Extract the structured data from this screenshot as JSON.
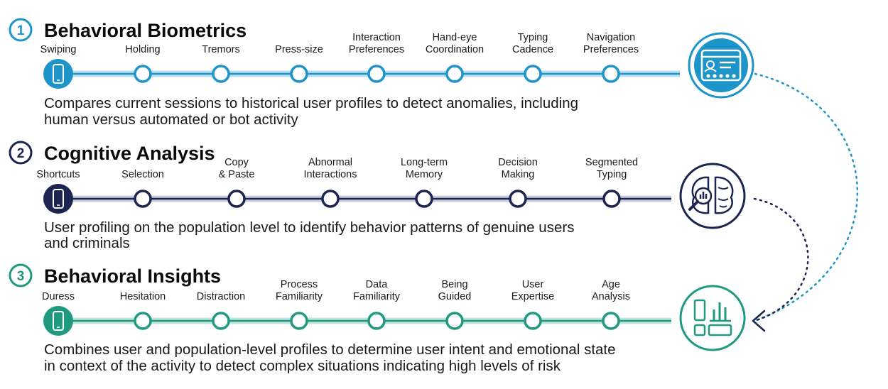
{
  "sections": [
    {
      "number": "1",
      "title": "Behavioral Biometrics",
      "color": "#1e95c9",
      "lineColor": "#b9dff0",
      "iconBg": "#1e95c9",
      "nodes": [
        [
          "Swiping"
        ],
        [
          "Holding"
        ],
        [
          "Tremors"
        ],
        [
          "Press-size"
        ],
        [
          "Interaction",
          "Preferences"
        ],
        [
          "Hand-eye",
          "Coordination"
        ],
        [
          "Typing",
          "Cadence"
        ],
        [
          "Navigation",
          "Preferences"
        ]
      ],
      "description": [
        "Compares current sessions to historical user profiles to detect anomalies, including",
        "human versus automated or bot activity"
      ],
      "endIcon": "user-profile-browser-icon"
    },
    {
      "number": "2",
      "title": "Cognitive Analysis",
      "color": "#1b2550",
      "lineColor": "#c9cbd8",
      "iconBg": "#1b2550",
      "nodes": [
        [
          "Shortcuts"
        ],
        [
          "Selection"
        ],
        [
          "Copy",
          "& Paste"
        ],
        [
          "Abnormal",
          "Interactions"
        ],
        [
          "Long-term",
          "Memory"
        ],
        [
          "Decision",
          "Making"
        ],
        [
          "Segmented",
          "Typing"
        ]
      ],
      "description": [
        "User profiling on the population level to identify behavior patterns of genuine users",
        "and criminals"
      ],
      "endIcon": "brain-analysis-icon"
    },
    {
      "number": "3",
      "title": "Behavioral Insights",
      "color": "#1f9a80",
      "lineColor": "#bfe3d8",
      "iconBg": "#1f9a80",
      "nodes": [
        [
          "Duress"
        ],
        [
          "Hesitation"
        ],
        [
          "Distraction"
        ],
        [
          "Process",
          "Familiarity"
        ],
        [
          "Data",
          "Familiarity"
        ],
        [
          "Being",
          "Guided"
        ],
        [
          "User",
          "Expertise"
        ],
        [
          "Age",
          "Analysis"
        ]
      ],
      "description": [
        "Combines user and population-level profiles to determine user intent and emotional state",
        "in context of the activity to detect complex situations indicating high levels of risk"
      ],
      "endIcon": "dashboard-chart-icon"
    }
  ]
}
